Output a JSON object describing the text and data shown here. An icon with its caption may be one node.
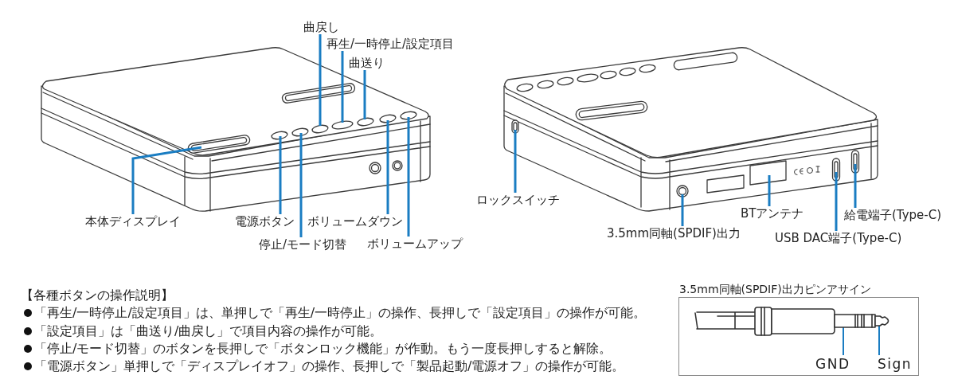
{
  "diagram": {
    "nodes": [
      {
        "text": [
          "曲戻し"
        ]
      },
      {
        "text": [
          "再生/一時停止/設定項目"
        ]
      },
      {
        "text": [
          "曲送り"
        ]
      },
      {
        "text": [
          "本体ディスプレイ"
        ]
      },
      {
        "text": [
          "電源ボタン"
        ]
      },
      {
        "text": [
          "ボリュームダウン"
        ]
      },
      {
        "text": [
          "停止/モード切替"
        ]
      },
      {
        "text": [
          "ボリュームアップ"
        ]
      },
      {
        "text": [
          "ロックスイッチ"
        ]
      },
      {
        "text": [
          "BTアンテナ"
        ]
      },
      {
        "text": [
          "給電端子(Type-C)"
        ]
      },
      {
        "text": [
          "3.5mm同軸(SPDIF)出力"
        ]
      },
      {
        "text": [
          "USB DAC端子(Type-C)"
        ]
      },
      {
        "text": [
          "3.5mm同軸(SPDIF)出力ピンアサイン"
        ]
      },
      {
        "text": [
          "GND"
        ],
        "in": 13
      },
      {
        "text": [
          "Sign"
        ],
        "in": 13
      }
    ],
    "edges": [
      {
        "from": 0,
        "to": null,
        "arrow": "none"
      },
      {
        "from": 1,
        "to": null,
        "arrow": "none"
      },
      {
        "from": 2,
        "to": null,
        "arrow": "none"
      },
      {
        "from": 3,
        "to": null,
        "arrow": "none"
      },
      {
        "from": 4,
        "to": null,
        "arrow": "none"
      },
      {
        "from": 5,
        "to": null,
        "arrow": "none"
      },
      {
        "from": 6,
        "to": null,
        "arrow": "none"
      },
      {
        "from": 7,
        "to": null,
        "arrow": "none"
      },
      {
        "from": 8,
        "to": null,
        "arrow": "none"
      },
      {
        "from": 9,
        "to": null,
        "arrow": "none"
      },
      {
        "from": 10,
        "to": null,
        "arrow": "none"
      },
      {
        "from": 11,
        "to": null,
        "arrow": "none"
      },
      {
        "from": 12,
        "to": null,
        "arrow": "none"
      },
      {
        "from": 14,
        "to": null,
        "arrow": "none"
      },
      {
        "from": 15,
        "to": null,
        "arrow": "none"
      }
    ],
    "labels": [
      "【各種ボタンの操作説明】",
      "「再生/一時停止/設定項目」は、単押しで「再生/一時停止」の操作、長押しで「設定項目」の操作が可能。",
      "「設定項目」は「曲送り/曲戻し」で項目内容の操作が可能。",
      "「停止/モード切替」のボタンを長押しで「ボタンロック機能」が作動。もう一度長押しすると解除。",
      "「電源ボタン」単押しで「ディスプレイオフ」の操作、長押しで「製品起動/電源オフ」の操作が可能。"
    ]
  }
}
